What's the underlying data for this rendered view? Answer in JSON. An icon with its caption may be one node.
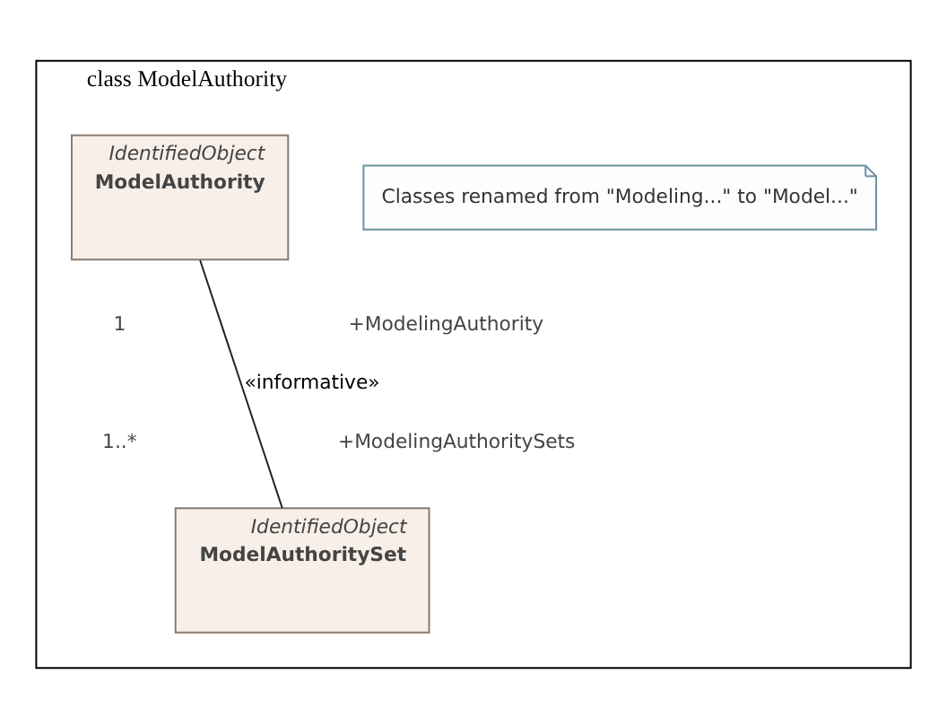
{
  "diagram": {
    "nodes": [
      {
        "text": [
          "class ModelAuthority"
        ]
      },
      {
        "text": [
          "Classes renamed from \"Modeling...\" to \"Model...\""
        ],
        "in": 0
      },
      {
        "text": [
          "IdentifiedObject",
          "ModelAuthority"
        ],
        "in": 0
      },
      {
        "text": [
          "IdentifiedObject",
          "ModelAuthoritySet"
        ],
        "in": 0
      }
    ],
    "edges": [
      {
        "from": 2,
        "to": 3,
        "arrow": "none",
        "label": "«informative»"
      }
    ],
    "labels": [
      "+ModelingAuthority",
      "1",
      "+ModelingAuthoritySets",
      "1..*"
    ]
  }
}
